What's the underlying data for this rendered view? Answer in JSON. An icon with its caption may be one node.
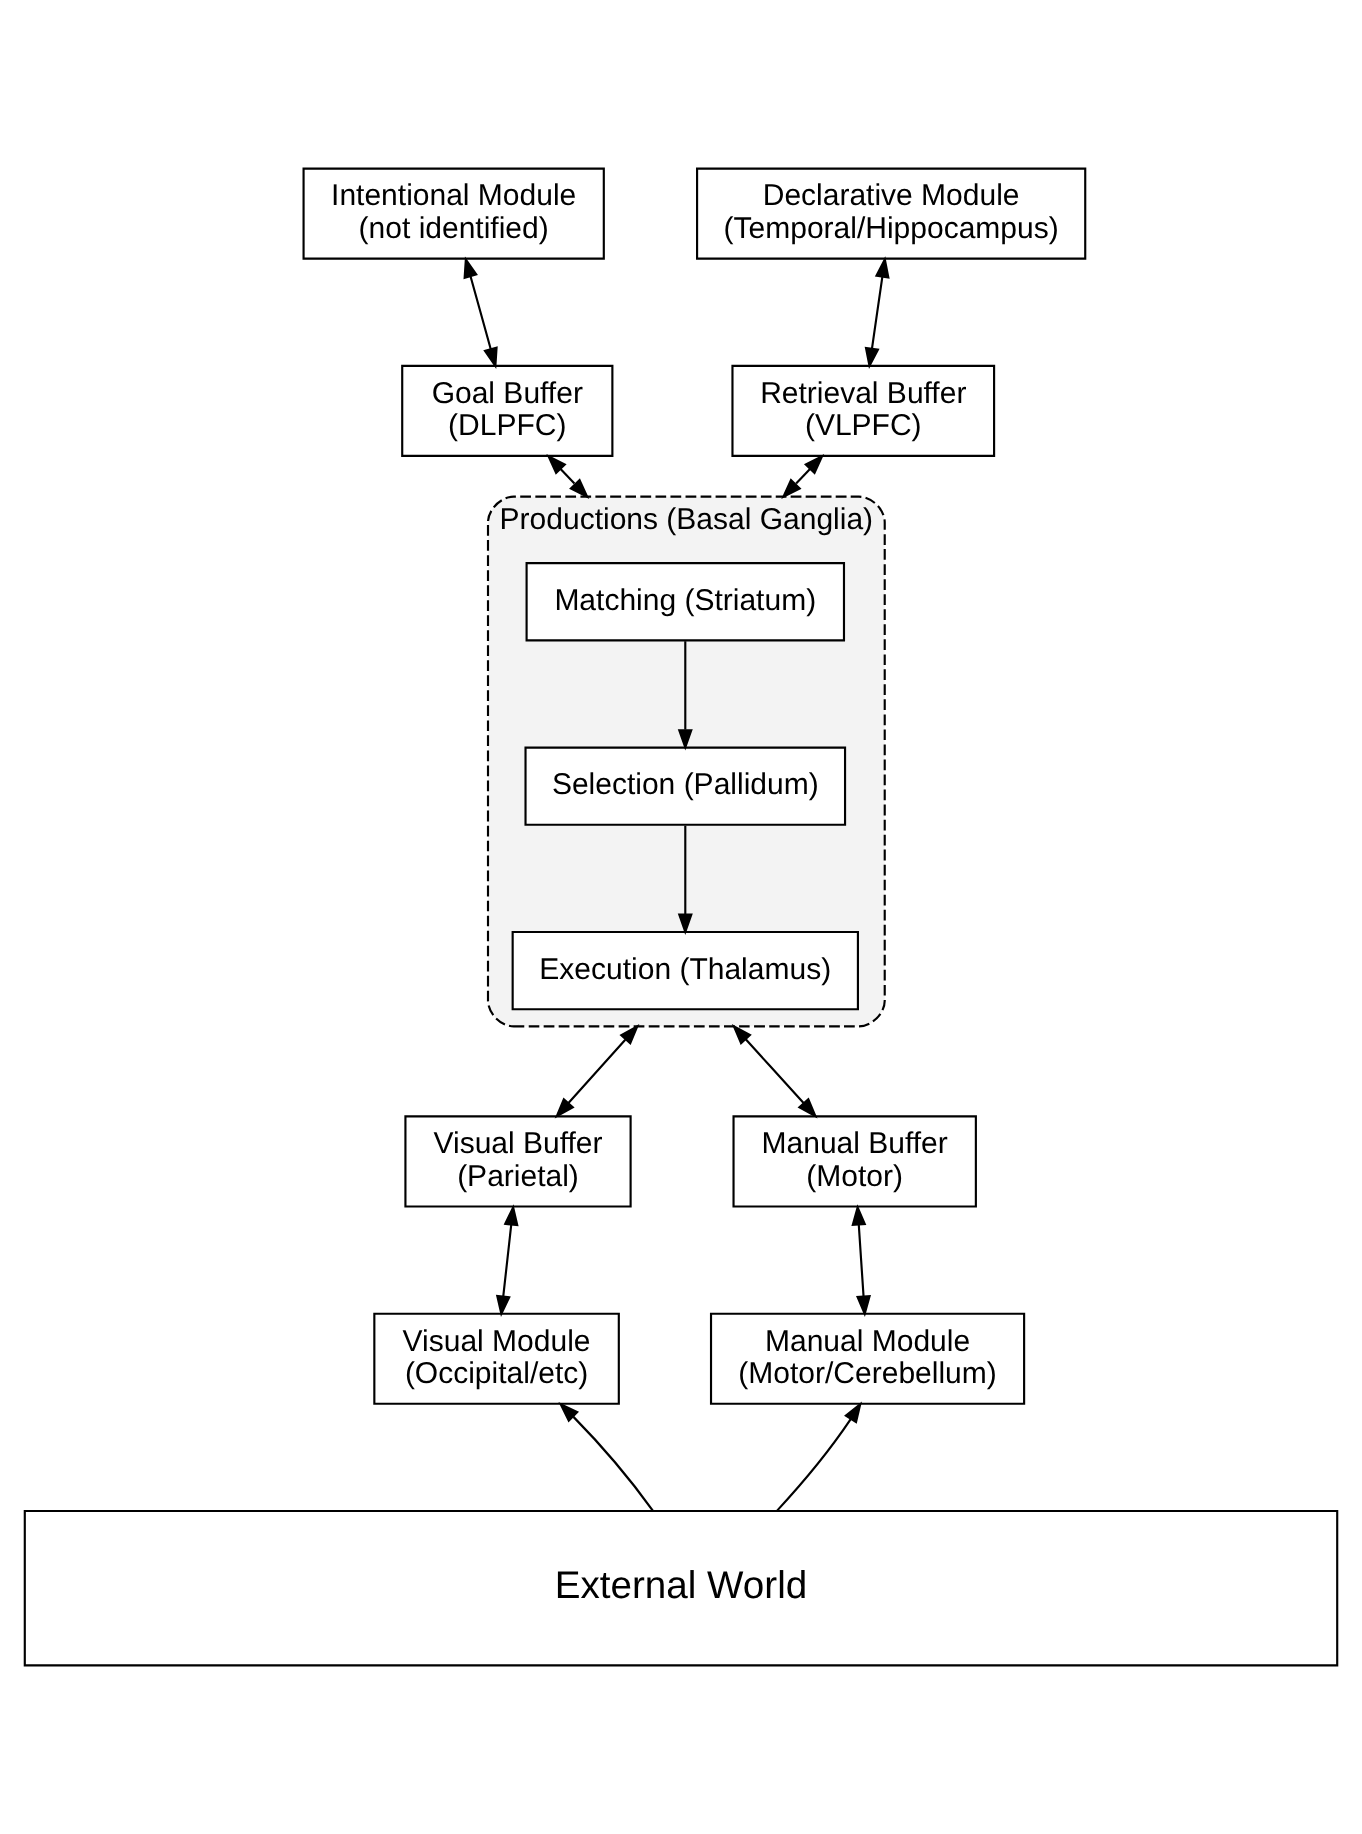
{
  "diagram": {
    "nodes": [
      {
        "text": [
          "Intentional Module",
          "(not identified)"
        ]
      },
      {
        "text": [
          "Declarative Module",
          "(Temporal/Hippocampus)"
        ]
      },
      {
        "text": [
          "Goal Buffer",
          "(DLPFC)"
        ]
      },
      {
        "text": [
          "Retrieval Buffer",
          "(VLPFC)"
        ]
      },
      {
        "text": [
          "Productions (Basal Ganglia)"
        ]
      },
      {
        "text": [
          "Matching (Striatum)"
        ],
        "in": 4
      },
      {
        "text": [
          "Selection (Pallidum)"
        ],
        "in": 4
      },
      {
        "text": [
          "Execution (Thalamus)"
        ],
        "in": 4
      },
      {
        "text": [
          "Visual Buffer",
          "(Parietal)"
        ]
      },
      {
        "text": [
          "Manual Buffer",
          "(Motor)"
        ]
      },
      {
        "text": [
          "Visual Module",
          "(Occipital/etc)"
        ]
      },
      {
        "text": [
          "Manual Module",
          "(Motor/Cerebellum)"
        ]
      },
      {
        "text": [
          "External World"
        ]
      }
    ],
    "edges": [
      {
        "from": 0,
        "to": 2,
        "arrow": "both"
      },
      {
        "from": 1,
        "to": 3,
        "arrow": "both"
      },
      {
        "from": 2,
        "to": 4,
        "arrow": "both"
      },
      {
        "from": 3,
        "to": 4,
        "arrow": "both"
      },
      {
        "from": 5,
        "to": 6,
        "arrow": "to"
      },
      {
        "from": 6,
        "to": 7,
        "arrow": "to"
      },
      {
        "from": 4,
        "to": 8,
        "arrow": "both"
      },
      {
        "from": 4,
        "to": 9,
        "arrow": "both"
      },
      {
        "from": 8,
        "to": 10,
        "arrow": "both"
      },
      {
        "from": 9,
        "to": 11,
        "arrow": "both"
      },
      {
        "from": 12,
        "to": 10,
        "arrow": "to"
      },
      {
        "from": 12,
        "to": 11,
        "arrow": "to"
      }
    ]
  }
}
